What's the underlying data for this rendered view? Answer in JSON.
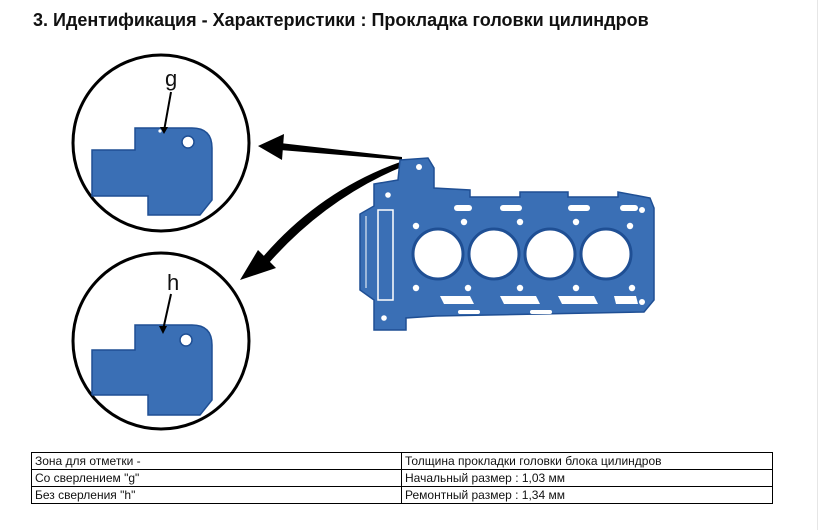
{
  "title": "3. Идентификация - Характеристики : Прокладка головки цилиндров",
  "figure": {
    "callout_top_label": "g",
    "callout_bottom_label": "h",
    "colors": {
      "gasket_fill": "#3a6fb5",
      "gasket_outline": "#1f4f94",
      "arrow": "#000000"
    }
  },
  "table": {
    "rows": [
      {
        "zone": "Зона для отметки -",
        "value": "Толщина прокладки головки блока цилиндров"
      },
      {
        "zone": "Со сверлением \"g\"",
        "value": "Начальный размер : 1,03 мм"
      },
      {
        "zone": "Без сверления \"h\"",
        "value": "Ремонтный размер : 1,34 мм"
      }
    ]
  }
}
